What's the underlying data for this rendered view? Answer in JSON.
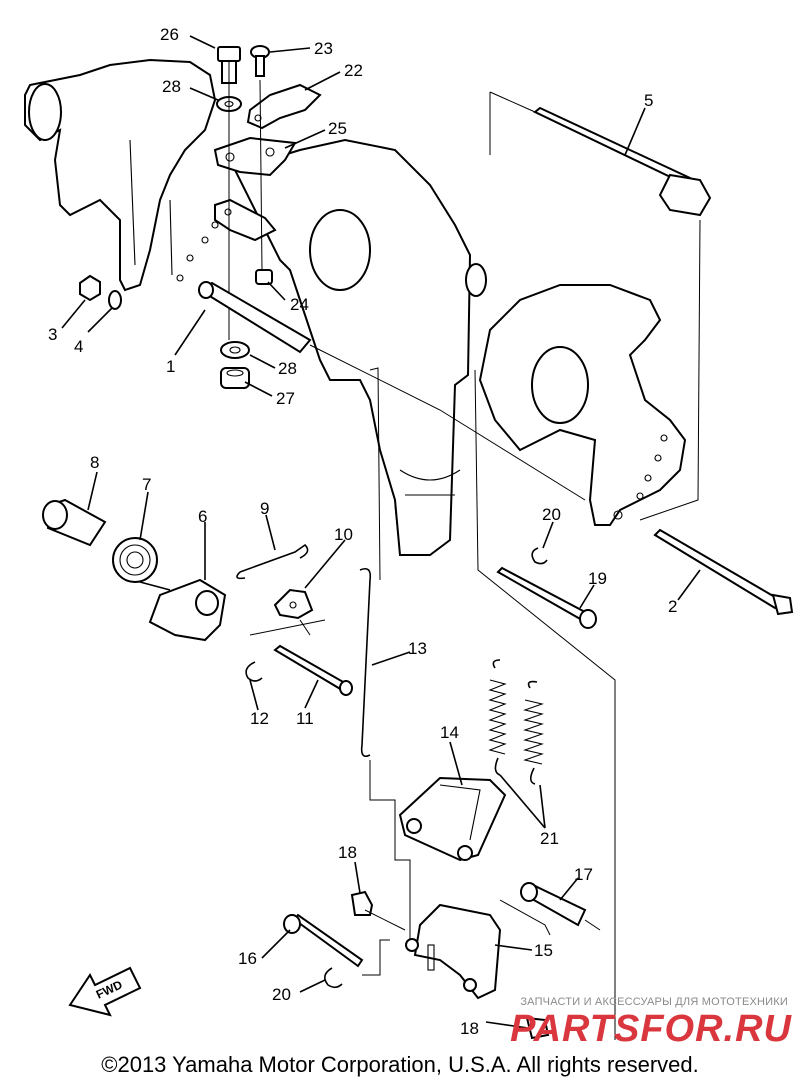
{
  "diagram": {
    "callouts": {
      "c1": "1",
      "c2": "2",
      "c3": "3",
      "c4": "4",
      "c5": "5",
      "c6": "6",
      "c7": "7",
      "c8": "8",
      "c9": "9",
      "c10": "10",
      "c11": "11",
      "c12": "12",
      "c13": "13",
      "c14": "14",
      "c15": "15",
      "c16": "16",
      "c17": "17",
      "c18a": "18",
      "c18b": "18",
      "c19": "19",
      "c20a": "20",
      "c20b": "20",
      "c21": "21",
      "c22": "22",
      "c23": "23",
      "c24": "24",
      "c25": "25",
      "c26": "26",
      "c27": "27",
      "c28a": "28",
      "c28b": "28"
    },
    "fwd_label": "FWD"
  },
  "footer": {
    "copyright": "©2013 Yamaha Motor Corporation, U.S.A. All rights reserved."
  },
  "watermark": {
    "subtitle": "ЗАПЧАСТИ И АКСЕССУАРЫ ДЛЯ МОТОТЕХНИКИ",
    "logo": "PARTSFOR.RU",
    "color": "#d9363e"
  }
}
